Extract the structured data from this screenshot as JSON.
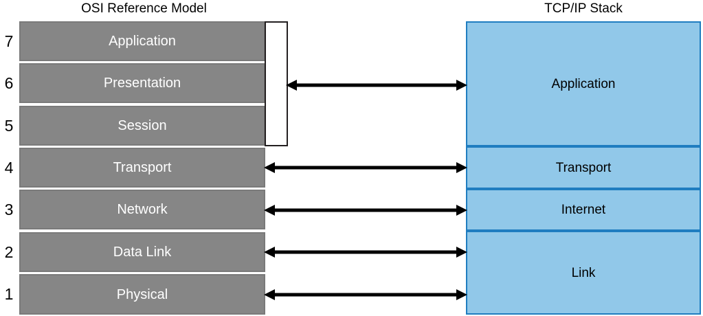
{
  "diagram": {
    "title_left": "OSI Reference Model",
    "title_right": "TCP/IP Stack",
    "colors": {
      "osi_fill": "#868686",
      "osi_border": "#7a7a7a",
      "osi_text": "#ffffff",
      "tcpip_fill": "#91c8e9",
      "tcpip_border": "#1f7dc0",
      "tcpip_text": "#000000",
      "arrow": "#000000",
      "bracket_border": "#231f20",
      "background": "#ffffff"
    }
  },
  "osi": {
    "layers": [
      {
        "number": "7",
        "label": "Application"
      },
      {
        "number": "6",
        "label": "Presentation"
      },
      {
        "number": "5",
        "label": "Session"
      },
      {
        "number": "4",
        "label": "Transport"
      },
      {
        "number": "3",
        "label": "Network"
      },
      {
        "number": "2",
        "label": "Data Link"
      },
      {
        "number": "1",
        "label": "Physical"
      }
    ]
  },
  "tcpip": {
    "layers": [
      {
        "label": "Application",
        "maps_to_osi": [
          "7",
          "6",
          "5"
        ]
      },
      {
        "label": "Transport",
        "maps_to_osi": [
          "4"
        ]
      },
      {
        "label": "Internet",
        "maps_to_osi": [
          "3"
        ]
      },
      {
        "label": "Link",
        "maps_to_osi": [
          "2",
          "1"
        ]
      }
    ]
  },
  "mappings": [
    {
      "name": "application-mapping",
      "osi": "Application/Presentation/Session",
      "tcpip": "Application"
    },
    {
      "name": "transport-mapping",
      "osi": "Transport",
      "tcpip": "Transport"
    },
    {
      "name": "internet-mapping",
      "osi": "Network",
      "tcpip": "Internet"
    },
    {
      "name": "datalink-mapping",
      "osi": "Data Link",
      "tcpip": "Link"
    },
    {
      "name": "physical-mapping",
      "osi": "Physical",
      "tcpip": "Link"
    }
  ]
}
